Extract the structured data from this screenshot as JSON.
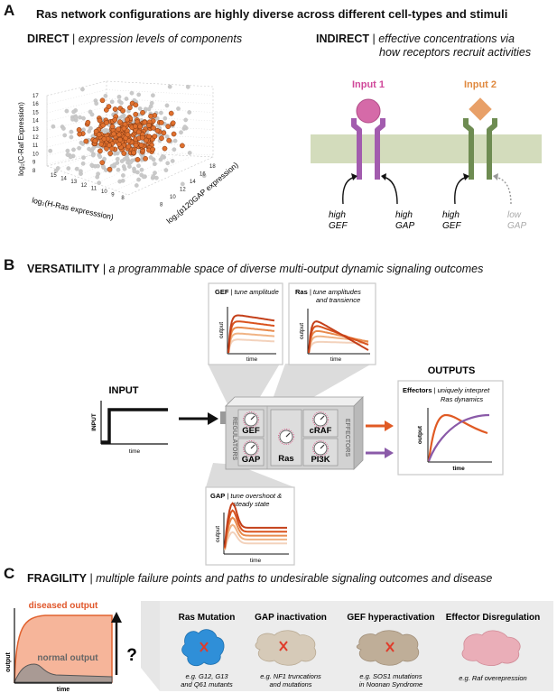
{
  "panelA": {
    "letter": "A",
    "headline": "Ras network configurations are highly diverse across different cell-types and stimuli",
    "direct": {
      "label": "DIRECT",
      "sep": " | ",
      "desc": "expression levels of components"
    },
    "indirect": {
      "label": "INDIRECT",
      "sep": " | ",
      "desc_line1": "effective concentrations via",
      "desc_line2": "how receptors recruit activities"
    },
    "scatter": {
      "zlabel": "log₂(C-Raf Expression)",
      "xlabel": "log₂(H-Ras expresssion)",
      "ylabel": "log₂(p120GAP expression)",
      "zticks": [
        "17",
        "16",
        "15",
        "14",
        "13",
        "12",
        "11",
        "10",
        "9",
        "8"
      ],
      "xticks": [
        "15",
        "14",
        "13",
        "12",
        "11",
        "10",
        "9",
        "8"
      ],
      "yticks": [
        "18",
        "16",
        "14",
        "12",
        "10",
        "8"
      ]
    },
    "receptors": {
      "input1": "Input 1",
      "input2": "Input 2",
      "r1_left": [
        "high",
        "GEF"
      ],
      "r1_right": [
        "high",
        "GAP"
      ],
      "r2_left": [
        "high",
        "GEF"
      ],
      "r2_right": [
        "low",
        "GAP"
      ],
      "colors": {
        "purple": "#a25cae",
        "green": "#6e8c52",
        "pink": "#d56aa8",
        "orange": "#e8a068",
        "membrane": "#d3dcbc"
      }
    }
  },
  "panelB": {
    "letter": "B",
    "headline_bold": "VERSATILITY",
    "headline_sep": " | ",
    "headline_italic": "a programmable space of diverse multi-output dynamic signaling outcomes",
    "gef_box": {
      "bold": "GEF",
      "italic": " | tune amplitude",
      "ylabel": "output",
      "xlabel": "time"
    },
    "ras_box": {
      "bold": "Ras",
      "italic_line1": " | tune amplitudes",
      "italic_line2": "and transience",
      "ylabel": "output",
      "xlabel": "time"
    },
    "gap_box": {
      "bold": "GAP",
      "italic_line1": " | tune overshoot &",
      "italic_line2": "steady state",
      "ylabel": "output",
      "xlabel": "time"
    },
    "input": {
      "title": "INPUT",
      "ylabel": "INPUT",
      "xlabel": "time"
    },
    "outputs": {
      "title": "OUTPUTS",
      "bold": "Effectors",
      "italic_line1": " | uniquely interpret",
      "italic_line2": "Ras dynamics",
      "ylabel": "output",
      "xlabel": "time"
    },
    "module": {
      "regulators": "REGULATORS",
      "effectors": "EFFECTORS",
      "gef": "GEF",
      "gap": "GAP",
      "ras": "Ras",
      "craf": "cRAF",
      "pi3k": "PI3K"
    },
    "colors": {
      "orange": "#e05a24",
      "purple": "#8a5aa8",
      "grey": "#dadada"
    }
  },
  "panelC": {
    "letter": "C",
    "headline_bold": "FRAGILITY",
    "headline_sep": " | ",
    "headline_italic": "multiple failure points and paths to undesirable signaling outcomes and disease",
    "plot": {
      "diseased": "diseased output",
      "normal": "normal output",
      "ylabel": "output",
      "xlabel": "time",
      "question": "?"
    },
    "items": [
      {
        "title": "Ras Mutation",
        "caption_line1": "e.g. G12, G13",
        "caption_line2": "and Q61 mutants",
        "color": "#2f8fd8"
      },
      {
        "title": "GAP inactivation",
        "caption_line1": "e.g. NF1 truncations",
        "caption_line2": "and mutations",
        "color": "#d6cab8"
      },
      {
        "title": "GEF hyperactivation",
        "caption_line1": "e.g. SOS1 mutations",
        "caption_line2": "in Noonan Syndrome",
        "color": "#bfae98"
      },
      {
        "title": "Effector Disregulation",
        "caption_line1": "e.g. Raf overepression",
        "caption_line2": "",
        "color": "#eaaeb8"
      }
    ]
  }
}
